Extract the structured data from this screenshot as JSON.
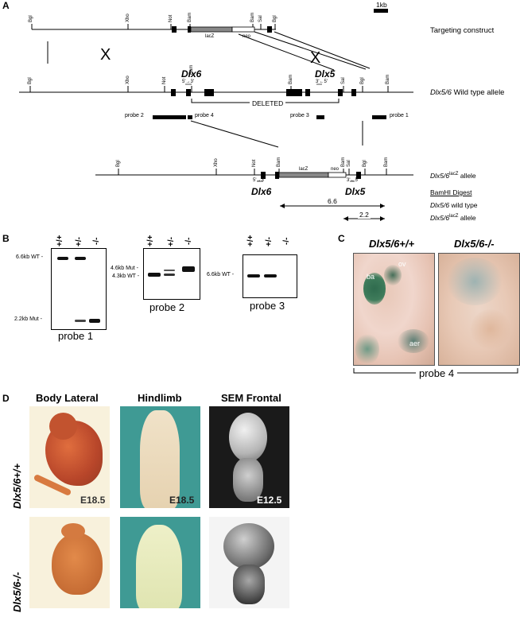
{
  "panels": {
    "a": "A",
    "b": "B",
    "c": "C",
    "d": "D"
  },
  "scale_bar": "1kb",
  "targeting": {
    "title": "Targeting construct",
    "sites": [
      "Bgl",
      "Xho",
      "Not",
      "Bam",
      "Bam",
      "Sal",
      "Bgl"
    ],
    "lacz": "lacZ",
    "neo": "neo"
  },
  "wildtype": {
    "title_gene": "Dlx5/6",
    "title_rest": "Wild type allele",
    "sites": [
      "Bgl",
      "Xho",
      "Not",
      "Bam",
      "Bam",
      "Sal",
      "Bgl",
      "Bam"
    ],
    "dlx6": "Dlx6",
    "dlx5": "Dlx5",
    "dlx6_dir": "5'→3'",
    "dlx5_dir": "3'←5'",
    "deleted": "DELETED",
    "cross": "X"
  },
  "probes": {
    "p1": "probe 1",
    "p2": "probe 2",
    "p3": "probe 3",
    "p4": "probe 4"
  },
  "mutant": {
    "sites": [
      "Bgl",
      "Xho",
      "Not",
      "Bam",
      "Bam",
      "Sal",
      "Bgl",
      "Bam"
    ],
    "lacz": "lacZ",
    "neo": "neo",
    "dlx6": "Dlx6",
    "dlx5": "Dlx5",
    "dlx6_dir": "5'→3'",
    "dlx5_dir": "3'←5'",
    "allele_gene": "Dlx5/6",
    "allele_sup": "lacZ",
    "allele_rest": "allele"
  },
  "digest": {
    "title": "BamHI Digest",
    "wt_gene": "Dlx5/6",
    "wt_rest": "wild type",
    "mut_gene": "Dlx5/6",
    "mut_sup": "lacZ",
    "mut_rest": "allele",
    "size_wt": "6.6",
    "size_mut": "2.2"
  },
  "blots": {
    "lanes": [
      "+/+",
      "+/-",
      "-/-"
    ],
    "p1": {
      "label": "probe 1",
      "top": "6.6kb WT -",
      "bottom": "2.2kb Mut -"
    },
    "p2": {
      "label": "probe 2",
      "top": "4.6kb Mut -",
      "bottom": "4.3kb WT -"
    },
    "p3": {
      "label": "probe 3",
      "top": "6.6kb WT -"
    }
  },
  "panel_c": {
    "wt_title": "Dlx5/6+/+",
    "ko_title": "Dlx5/6-/-",
    "ov": "ov",
    "ba": "ba",
    "aer": "aer",
    "probe": "probe 4"
  },
  "panel_d": {
    "cols": [
      "Body Lateral",
      "Hindlimb",
      "SEM Frontal"
    ],
    "row_wt": "Dlx5/6+/+",
    "row_ko": "Dlx5/6-/-",
    "stage1": "E18.5",
    "stage2": "E18.5",
    "stage3": "E12.5"
  }
}
